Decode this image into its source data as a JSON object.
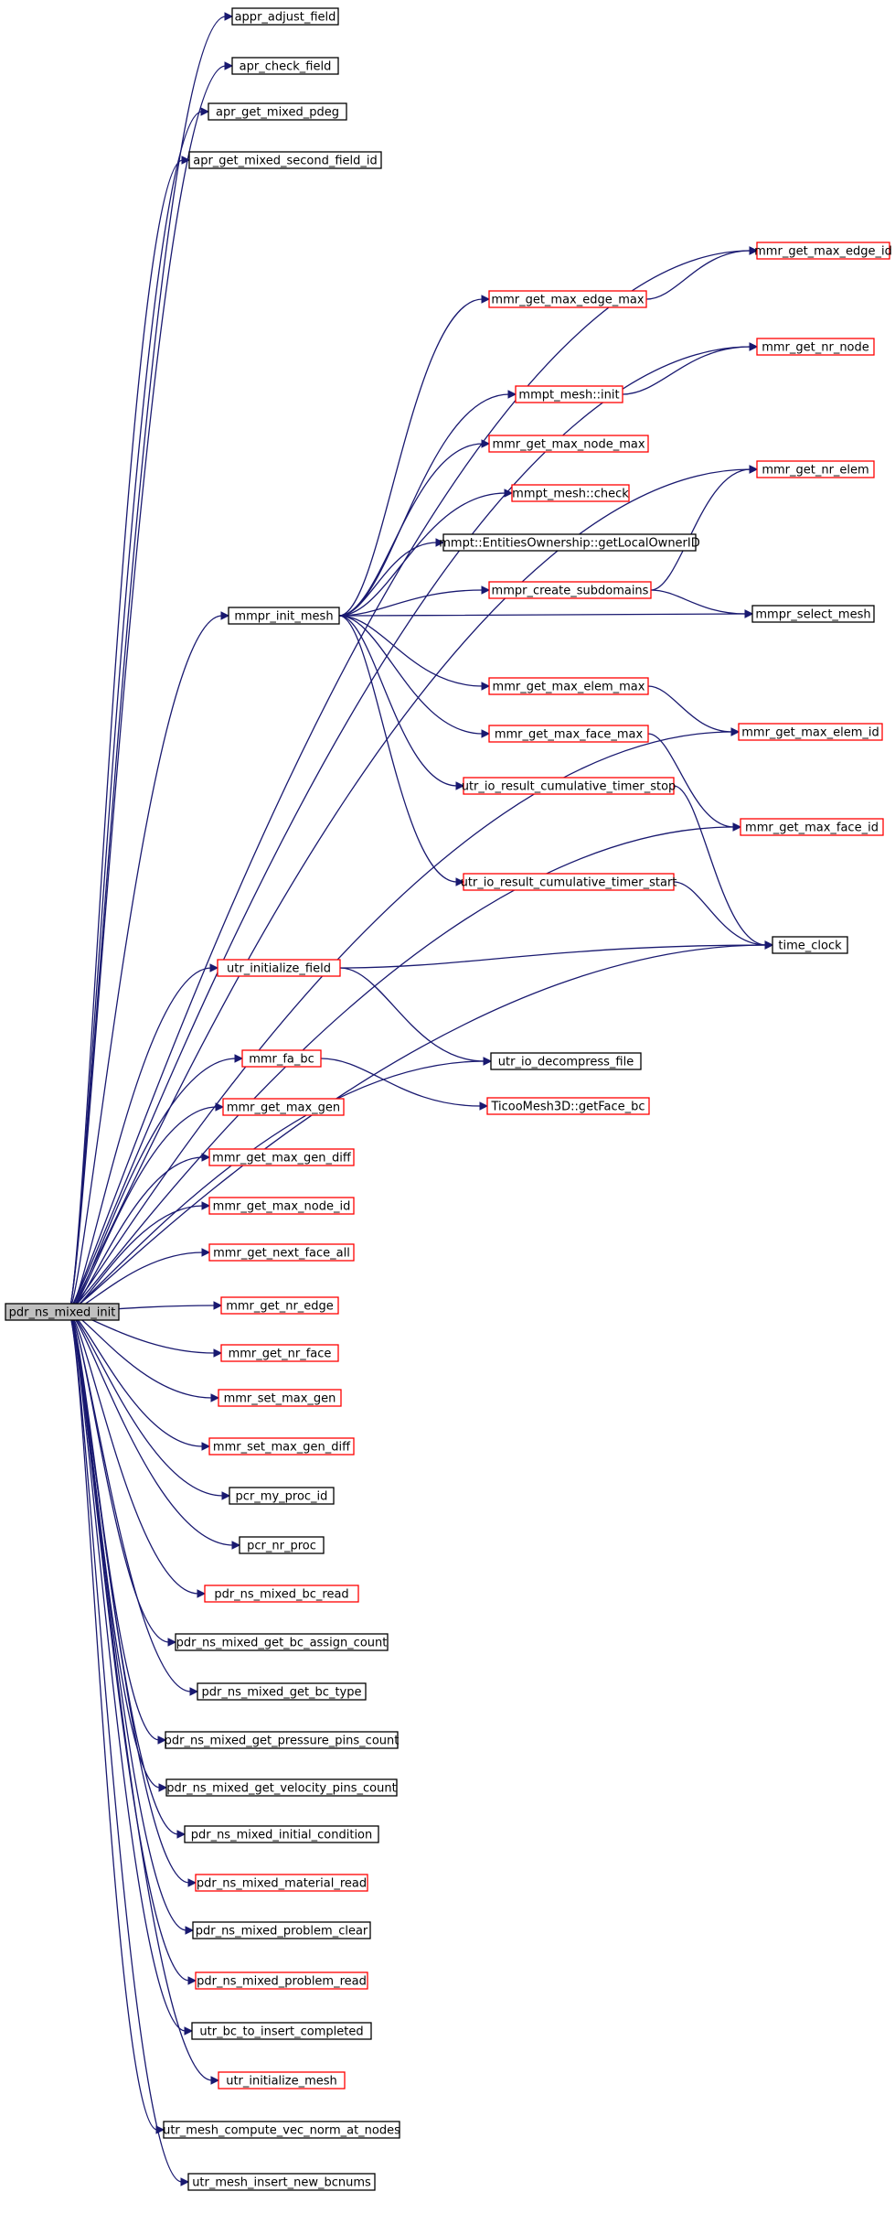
{
  "colors": {
    "edge": "#191970",
    "border_normal": "#000000",
    "border_truncated": "#ff0000",
    "root_fill": "#bfbfbf",
    "fill": "#ffffff"
  },
  "root": {
    "id": "pdr_ns_mixed_init",
    "label": "pdr_ns_mixed_init"
  },
  "nodes": [
    {
      "id": "appr_adjust_field",
      "label": "appr_adjust_field",
      "truncated": false
    },
    {
      "id": "apr_check_field",
      "label": "apr_check_field",
      "truncated": false
    },
    {
      "id": "apr_get_mixed_pdeg",
      "label": "apr_get_mixed_pdeg",
      "truncated": false
    },
    {
      "id": "apr_get_mixed_second_field_id",
      "label": "apr_get_mixed_second_field_id",
      "truncated": false
    },
    {
      "id": "mmr_get_max_edge_id",
      "label": "mmr_get_max_edge_id",
      "truncated": true
    },
    {
      "id": "mmr_get_max_edge_max",
      "label": "mmr_get_max_edge_max",
      "truncated": true
    },
    {
      "id": "mmr_get_nr_node",
      "label": "mmr_get_nr_node",
      "truncated": true
    },
    {
      "id": "mmpt_mesh_init",
      "label": "mmpt_mesh::init",
      "truncated": true
    },
    {
      "id": "mmr_get_max_node_max",
      "label": "mmr_get_max_node_max",
      "truncated": true
    },
    {
      "id": "mmr_get_nr_elem",
      "label": "mmr_get_nr_elem",
      "truncated": true
    },
    {
      "id": "mmpt_mesh_check",
      "label": "mmpt_mesh::check",
      "truncated": true
    },
    {
      "id": "mmpt_entities",
      "label": "mmpt::EntitiesOwnership::getLocalOwnerID",
      "truncated": false
    },
    {
      "id": "mmpr_init_mesh",
      "label": "mmpr_init_mesh",
      "truncated": false
    },
    {
      "id": "mmpr_create_subdomains",
      "label": "mmpr_create_subdomains",
      "truncated": true
    },
    {
      "id": "mmpr_select_mesh",
      "label": "mmpr_select_mesh",
      "truncated": false
    },
    {
      "id": "mmr_get_max_elem_max",
      "label": "mmr_get_max_elem_max",
      "truncated": true
    },
    {
      "id": "mmr_get_max_face_max",
      "label": "mmr_get_max_face_max",
      "truncated": true
    },
    {
      "id": "mmr_get_max_elem_id",
      "label": "mmr_get_max_elem_id",
      "truncated": true
    },
    {
      "id": "utr_io_result_cumulative_timer_stop",
      "label": "utr_io_result_cumulative_timer_stop",
      "truncated": true
    },
    {
      "id": "mmr_get_max_face_id",
      "label": "mmr_get_max_face_id",
      "truncated": true
    },
    {
      "id": "utr_io_result_cumulative_timer_start",
      "label": "utr_io_result_cumulative_timer_start",
      "truncated": true
    },
    {
      "id": "time_clock",
      "label": "time_clock",
      "truncated": false
    },
    {
      "id": "utr_initialize_field",
      "label": "utr_initialize_field",
      "truncated": true
    },
    {
      "id": "utr_io_decompress_file",
      "label": "utr_io_decompress_file",
      "truncated": false
    },
    {
      "id": "mmr_fa_bc",
      "label": "mmr_fa_bc",
      "truncated": true
    },
    {
      "id": "TicooMesh3D_getFace_bc",
      "label": "TicooMesh3D::getFace_bc",
      "truncated": true
    },
    {
      "id": "mmr_get_max_gen",
      "label": "mmr_get_max_gen",
      "truncated": true
    },
    {
      "id": "mmr_get_max_gen_diff",
      "label": "mmr_get_max_gen_diff",
      "truncated": true
    },
    {
      "id": "mmr_get_max_node_id",
      "label": "mmr_get_max_node_id",
      "truncated": true
    },
    {
      "id": "mmr_get_next_face_all",
      "label": "mmr_get_next_face_all",
      "truncated": true
    },
    {
      "id": "mmr_get_nr_edge",
      "label": "mmr_get_nr_edge",
      "truncated": true
    },
    {
      "id": "mmr_get_nr_face",
      "label": "mmr_get_nr_face",
      "truncated": true
    },
    {
      "id": "mmr_set_max_gen",
      "label": "mmr_set_max_gen",
      "truncated": true
    },
    {
      "id": "mmr_set_max_gen_diff",
      "label": "mmr_set_max_gen_diff",
      "truncated": true
    },
    {
      "id": "pcr_my_proc_id",
      "label": "pcr_my_proc_id",
      "truncated": false
    },
    {
      "id": "pcr_nr_proc",
      "label": "pcr_nr_proc",
      "truncated": false
    },
    {
      "id": "pdr_ns_mixed_bc_read",
      "label": "pdr_ns_mixed_bc_read",
      "truncated": true
    },
    {
      "id": "pdr_ns_mixed_get_bc_assign_count",
      "label": "pdr_ns_mixed_get_bc_assign_count",
      "truncated": false
    },
    {
      "id": "pdr_ns_mixed_get_bc_type",
      "label": "pdr_ns_mixed_get_bc_type",
      "truncated": false
    },
    {
      "id": "pdr_ns_mixed_get_pressure_pins_count",
      "label": "pdr_ns_mixed_get_pressure_pins_count",
      "truncated": false
    },
    {
      "id": "pdr_ns_mixed_get_velocity_pins_count",
      "label": "pdr_ns_mixed_get_velocity_pins_count",
      "truncated": false
    },
    {
      "id": "pdr_ns_mixed_initial_condition",
      "label": "pdr_ns_mixed_initial_condition",
      "truncated": false
    },
    {
      "id": "pdr_ns_mixed_material_read",
      "label": "pdr_ns_mixed_material_read",
      "truncated": true
    },
    {
      "id": "pdr_ns_mixed_problem_clear",
      "label": "pdr_ns_mixed_problem_clear",
      "truncated": false
    },
    {
      "id": "pdr_ns_mixed_problem_read",
      "label": "pdr_ns_mixed_problem_read",
      "truncated": true
    },
    {
      "id": "utr_bc_to_insert_completed",
      "label": "utr_bc_to_insert_completed",
      "truncated": false
    },
    {
      "id": "utr_initialize_mesh",
      "label": "utr_initialize_mesh",
      "truncated": true
    },
    {
      "id": "utr_mesh_compute_vec_norm_at_nodes",
      "label": "utr_mesh_compute_vec_norm_at_nodes",
      "truncated": false
    },
    {
      "id": "utr_mesh_insert_new_bcnums",
      "label": "utr_mesh_insert_new_bcnums",
      "truncated": false
    }
  ],
  "edges": [
    [
      "pdr_ns_mixed_init",
      "appr_adjust_field"
    ],
    [
      "pdr_ns_mixed_init",
      "apr_check_field"
    ],
    [
      "pdr_ns_mixed_init",
      "apr_get_mixed_pdeg"
    ],
    [
      "pdr_ns_mixed_init",
      "apr_get_mixed_second_field_id"
    ],
    [
      "pdr_ns_mixed_init",
      "mmr_get_max_edge_id"
    ],
    [
      "pdr_ns_mixed_init",
      "mmr_get_nr_node"
    ],
    [
      "pdr_ns_mixed_init",
      "mmr_get_nr_elem"
    ],
    [
      "pdr_ns_mixed_init",
      "mmpr_init_mesh"
    ],
    [
      "pdr_ns_mixed_init",
      "mmr_get_max_elem_id"
    ],
    [
      "pdr_ns_mixed_init",
      "mmr_get_max_face_id"
    ],
    [
      "pdr_ns_mixed_init",
      "time_clock"
    ],
    [
      "pdr_ns_mixed_init",
      "utr_initialize_field"
    ],
    [
      "pdr_ns_mixed_init",
      "utr_io_decompress_file"
    ],
    [
      "pdr_ns_mixed_init",
      "mmr_fa_bc"
    ],
    [
      "pdr_ns_mixed_init",
      "mmr_get_max_gen"
    ],
    [
      "pdr_ns_mixed_init",
      "mmr_get_max_gen_diff"
    ],
    [
      "pdr_ns_mixed_init",
      "mmr_get_max_node_id"
    ],
    [
      "pdr_ns_mixed_init",
      "mmr_get_next_face_all"
    ],
    [
      "pdr_ns_mixed_init",
      "mmr_get_nr_edge"
    ],
    [
      "pdr_ns_mixed_init",
      "mmr_get_nr_face"
    ],
    [
      "pdr_ns_mixed_init",
      "mmr_set_max_gen"
    ],
    [
      "pdr_ns_mixed_init",
      "mmr_set_max_gen_diff"
    ],
    [
      "pdr_ns_mixed_init",
      "pcr_my_proc_id"
    ],
    [
      "pdr_ns_mixed_init",
      "pcr_nr_proc"
    ],
    [
      "pdr_ns_mixed_init",
      "pdr_ns_mixed_bc_read"
    ],
    [
      "pdr_ns_mixed_init",
      "pdr_ns_mixed_get_bc_assign_count"
    ],
    [
      "pdr_ns_mixed_init",
      "pdr_ns_mixed_get_bc_type"
    ],
    [
      "pdr_ns_mixed_init",
      "pdr_ns_mixed_get_pressure_pins_count"
    ],
    [
      "pdr_ns_mixed_init",
      "pdr_ns_mixed_get_velocity_pins_count"
    ],
    [
      "pdr_ns_mixed_init",
      "pdr_ns_mixed_initial_condition"
    ],
    [
      "pdr_ns_mixed_init",
      "pdr_ns_mixed_material_read"
    ],
    [
      "pdr_ns_mixed_init",
      "pdr_ns_mixed_problem_clear"
    ],
    [
      "pdr_ns_mixed_init",
      "pdr_ns_mixed_problem_read"
    ],
    [
      "pdr_ns_mixed_init",
      "utr_bc_to_insert_completed"
    ],
    [
      "pdr_ns_mixed_init",
      "utr_initialize_mesh"
    ],
    [
      "pdr_ns_mixed_init",
      "utr_mesh_compute_vec_norm_at_nodes"
    ],
    [
      "pdr_ns_mixed_init",
      "utr_mesh_insert_new_bcnums"
    ],
    [
      "mmpr_init_mesh",
      "mmr_get_max_edge_max"
    ],
    [
      "mmpr_init_mesh",
      "mmpt_mesh_init"
    ],
    [
      "mmpr_init_mesh",
      "mmr_get_max_node_max"
    ],
    [
      "mmpr_init_mesh",
      "mmpt_mesh_check"
    ],
    [
      "mmpr_init_mesh",
      "mmpt_entities"
    ],
    [
      "mmpr_init_mesh",
      "mmpr_create_subdomains"
    ],
    [
      "mmpr_init_mesh",
      "mmpr_select_mesh"
    ],
    [
      "mmpr_init_mesh",
      "mmr_get_max_elem_max"
    ],
    [
      "mmpr_init_mesh",
      "mmr_get_max_face_max"
    ],
    [
      "mmpr_init_mesh",
      "utr_io_result_cumulative_timer_stop"
    ],
    [
      "mmpr_init_mesh",
      "utr_io_result_cumulative_timer_start"
    ],
    [
      "mmr_get_max_edge_max",
      "mmr_get_max_edge_id"
    ],
    [
      "mmpt_mesh_init",
      "mmr_get_nr_node"
    ],
    [
      "mmpr_create_subdomains",
      "mmr_get_nr_elem"
    ],
    [
      "mmpr_create_subdomains",
      "mmpr_select_mesh"
    ],
    [
      "mmr_get_max_elem_max",
      "mmr_get_max_elem_id"
    ],
    [
      "mmr_get_max_face_max",
      "mmr_get_max_face_id"
    ],
    [
      "utr_io_result_cumulative_timer_stop",
      "time_clock"
    ],
    [
      "utr_io_result_cumulative_timer_start",
      "time_clock"
    ],
    [
      "utr_initialize_field",
      "time_clock"
    ],
    [
      "utr_initialize_field",
      "utr_io_decompress_file"
    ],
    [
      "mmr_fa_bc",
      "TicooMesh3D_getFace_bc"
    ]
  ]
}
